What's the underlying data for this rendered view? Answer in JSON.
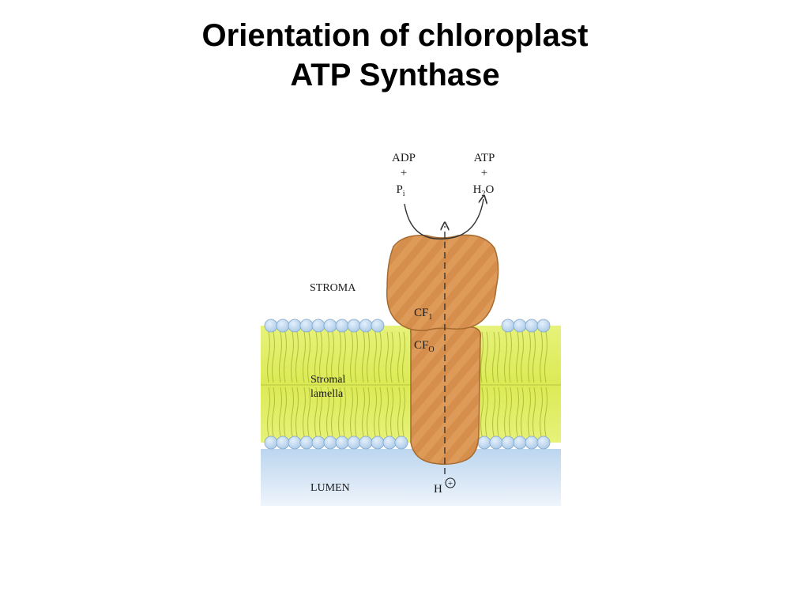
{
  "title": {
    "line1": "Orientation of chloroplast",
    "line2": "ATP Synthase"
  },
  "diagram": {
    "reactants": {
      "molecule": "ADP",
      "plus": "+",
      "phosphate": "P",
      "phosphate_sub": "i"
    },
    "products": {
      "molecule": "ATP",
      "plus": "+",
      "water_h": "H",
      "water_sub": "2",
      "water_o": "O"
    },
    "regions": {
      "stroma": "STROMA",
      "lamella_line1": "Stromal",
      "lamella_line2": "lamella",
      "lumen": "LUMEN"
    },
    "subunits": {
      "cf1": "CF",
      "cf1_sub": "1",
      "cfo": "CF",
      "cfo_sub": "O"
    },
    "proton": {
      "symbol": "H",
      "charge": "+"
    },
    "colors": {
      "protein": "#d58e4b",
      "membrane_core": "#e5f06a",
      "lipid_head": "#bcd9f2",
      "lumen": "#dbe9f6"
    }
  }
}
